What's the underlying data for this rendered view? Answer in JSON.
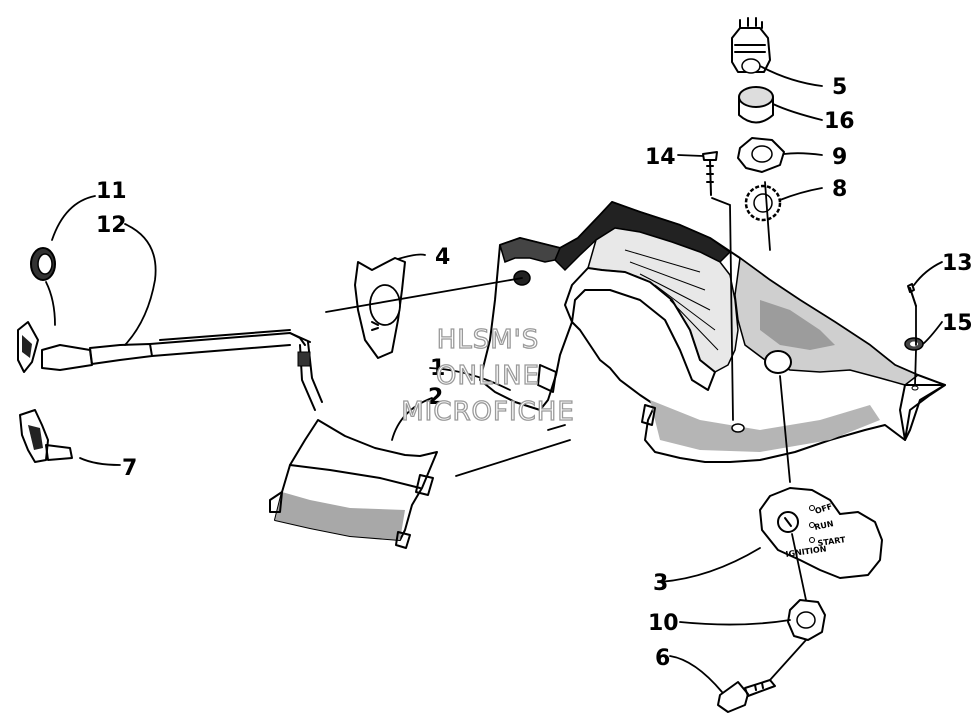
{
  "watermark": {
    "line1": "HLSM'S",
    "line2": "ONLINE",
    "line3": "MICROFICHE"
  },
  "ignition_panel": {
    "off": "OFF",
    "run": "RUN",
    "start": "START",
    "ignition": "IGNITION"
  },
  "callouts": [
    {
      "id": "1",
      "label": "1"
    },
    {
      "id": "2",
      "label": "2"
    },
    {
      "id": "3",
      "label": "3"
    },
    {
      "id": "4",
      "label": "4"
    },
    {
      "id": "5",
      "label": "5"
    },
    {
      "id": "6",
      "label": "6"
    },
    {
      "id": "7",
      "label": "7"
    },
    {
      "id": "8",
      "label": "8"
    },
    {
      "id": "9",
      "label": "9"
    },
    {
      "id": "10",
      "label": "10"
    },
    {
      "id": "11",
      "label": "11"
    },
    {
      "id": "12",
      "label": "12"
    },
    {
      "id": "13",
      "label": "13"
    },
    {
      "id": "14",
      "label": "14"
    },
    {
      "id": "15",
      "label": "15"
    },
    {
      "id": "16",
      "label": "16"
    }
  ]
}
